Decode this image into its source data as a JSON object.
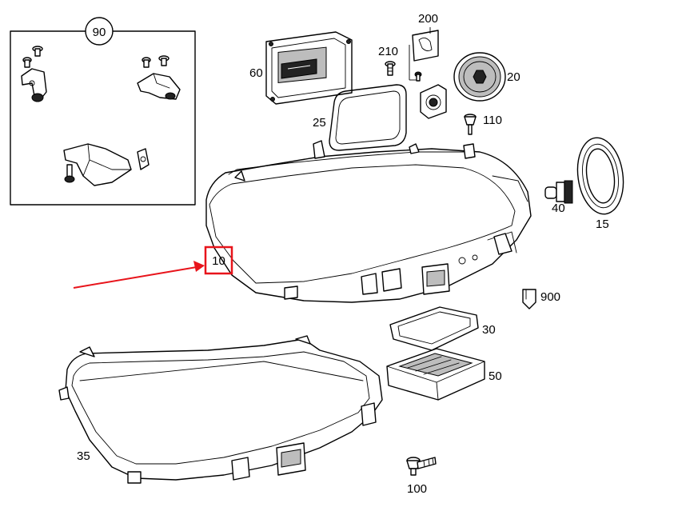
{
  "parts": {
    "p90": "90",
    "p200": "200",
    "p210": "210",
    "p60": "60",
    "p20": "20",
    "p25": "25",
    "p110": "110",
    "p40": "40",
    "p15": "15",
    "p10": "10",
    "p900": "900",
    "p30": "30",
    "p50": "50",
    "p35": "35",
    "p100": "100"
  },
  "colors": {
    "highlight": "#e8141b",
    "ink": "#000000"
  }
}
